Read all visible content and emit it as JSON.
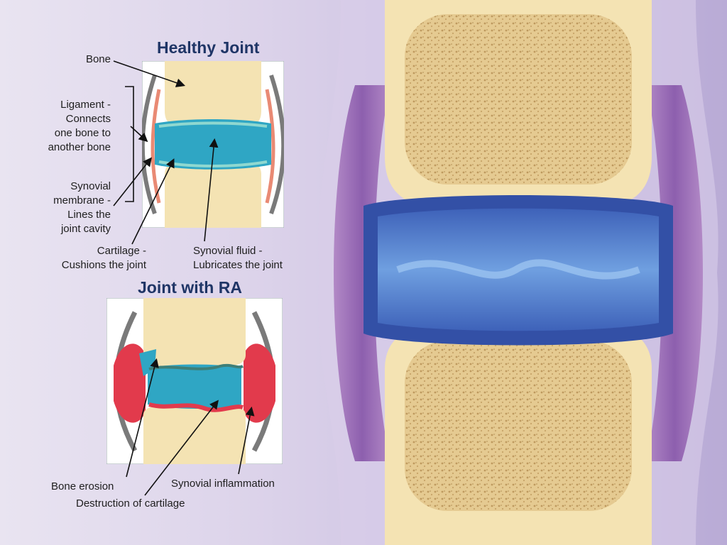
{
  "healthy": {
    "title": "Healthy Joint",
    "labels": {
      "bone": "Bone",
      "ligament": "Ligament -\nConnects\none bone to\nanother bone",
      "synovial_membrane": "Synovial\nmembrane -\nLines the\njoint cavity",
      "cartilage": "Cartilage -\nCushions the joint",
      "synovial_fluid": "Synovial fluid -\nLubricates the  joint"
    }
  },
  "ra": {
    "title": "Joint with RA",
    "labels": {
      "bone_erosion": "Bone erosion",
      "synovial_inflammation": "Synovial inflammation",
      "destruction_of_cartilage": "Destruction of cartilage"
    }
  },
  "colors": {
    "title_blue": "#1f3566",
    "bone": "#f4e3b3",
    "cartilage_blue": "#3b5fb7",
    "synovial_fluid": "#2fa6c4",
    "inflammation_red": "#e23a4c",
    "membrane_purple": "#9a6fb8"
  }
}
